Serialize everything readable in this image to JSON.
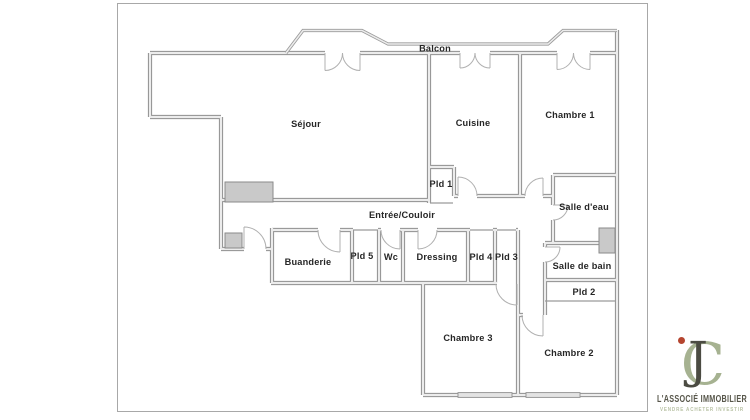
{
  "plan": {
    "labels": {
      "balcon": "Balcon",
      "sejour": "Séjour",
      "cuisine": "Cuisine",
      "chambre1": "Chambre 1",
      "pld1": "Pld 1",
      "entree": "Entrée/Couloir",
      "salle_eau": "Salle d'eau",
      "buanderie": "Buanderie",
      "pld5": "Pld 5",
      "wc": "Wc",
      "dressing": "Dressing",
      "pld4": "Pld 4",
      "pld3": "Pld 3",
      "salle_bain": "Salle de bain",
      "pld2": "Pld 2",
      "chambre3": "Chambre 3",
      "chambre2": "Chambre 2"
    },
    "colors": {
      "wall_edge": "#8f8f8f",
      "wall_core": "#ececec",
      "fixture_fill": "#c9c9c9",
      "door_arc": "#b0b0b0",
      "label_text": "#262626",
      "frame": "#a8a8a8",
      "background": "#ffffff"
    }
  },
  "logo": {
    "monogram_j": "J",
    "monogram_c": "C",
    "name": "L'ASSOCIÉ IMMOBILIER",
    "tagline": "VENDRE ACHETER INVESTIR",
    "colors": {
      "j": "#4b4b42",
      "c": "#a6b291",
      "dot": "#b5452f",
      "name_text": "#57564a",
      "tagline_text": "#bac3a6"
    }
  }
}
